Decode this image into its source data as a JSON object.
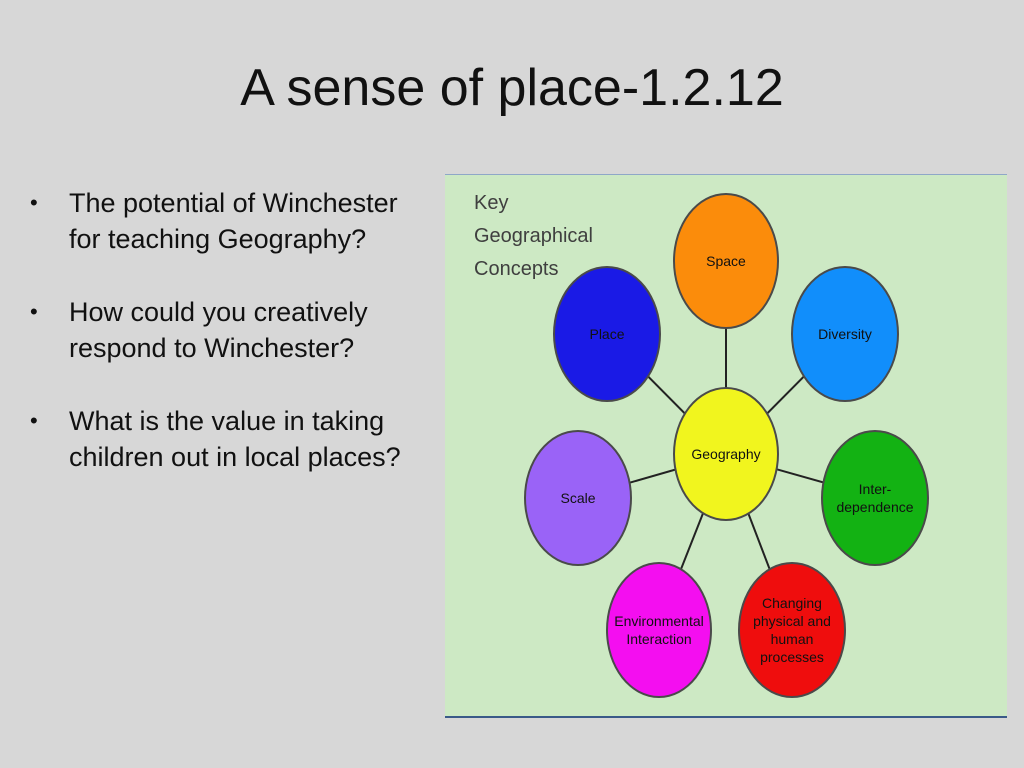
{
  "title": "A sense of place-1.2.12",
  "bullets": [
    "The potential of Winchester for teaching Geography?",
    "How could you creatively respond to  Winchester?",
    "What is the value in taking children out in local places?"
  ],
  "diagram": {
    "key_lines": [
      "Key",
      "Geographical",
      "Concepts"
    ],
    "center": {
      "label": "Geography",
      "color": "#f1f51e"
    },
    "concepts": [
      {
        "label": "Space",
        "color": "#fb8c0b"
      },
      {
        "label": "Diversity",
        "color": "#118efb"
      },
      {
        "label": "Inter-\ndependence",
        "color": "#13b213"
      },
      {
        "label": "Changing\nphysical and\nhuman processes",
        "color": "#ef0d0d"
      },
      {
        "label": "Environmental\nInteraction",
        "color": "#f40ef0"
      },
      {
        "label": "Scale",
        "color": "#9a63f7"
      },
      {
        "label": "Place",
        "color": "#1a1ae6"
      }
    ]
  }
}
